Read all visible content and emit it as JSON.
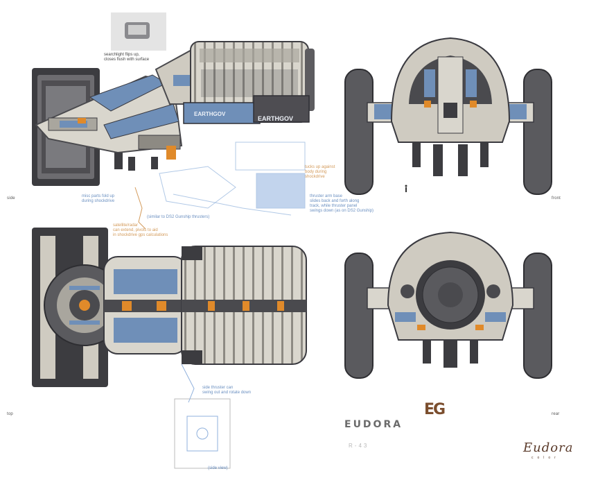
{
  "views": {
    "side": "side",
    "front": "front",
    "top": "top",
    "rear": "rear"
  },
  "notes": {
    "searchlight": "searchlight flips up,\ncloses flush with surface",
    "tucks_up": "tucks up against\nbody during\nshockdrive",
    "misc_parts": "misc parts fold up\nduring shockdrive",
    "thruster_arm": "thruster arm base\nslides back and forth along\ntrack, while thruster panel\nswings down (as on DS2 Gunship)",
    "similar": "(similar to DS2 Gunship thrusters)",
    "satellite": "satellite/radar\ncan extend, pivots to aid\nin shockdrive gps calculations",
    "side_thruster": "side thruster can\nswing out and rotate down",
    "side_view": "(side view)"
  },
  "hull_markings": {
    "earthgov_1": "EARTHGOV",
    "earthgov_2": "EARTHGOV"
  },
  "branding": {
    "title": "EUDORA",
    "code": "R-43",
    "studio_logo": "EG",
    "signature": "Eudora",
    "signature_sub": "color"
  },
  "colors": {
    "hull_light": "#d9d6cd",
    "hull_mid": "#a9a69e",
    "hull_dark": "#4a4a4e",
    "panel_blue": "#6f8fb8",
    "accent_orange": "#e08a2a",
    "frame_dark": "#3c3c40",
    "sketch_blue": "#8fb0dc"
  }
}
